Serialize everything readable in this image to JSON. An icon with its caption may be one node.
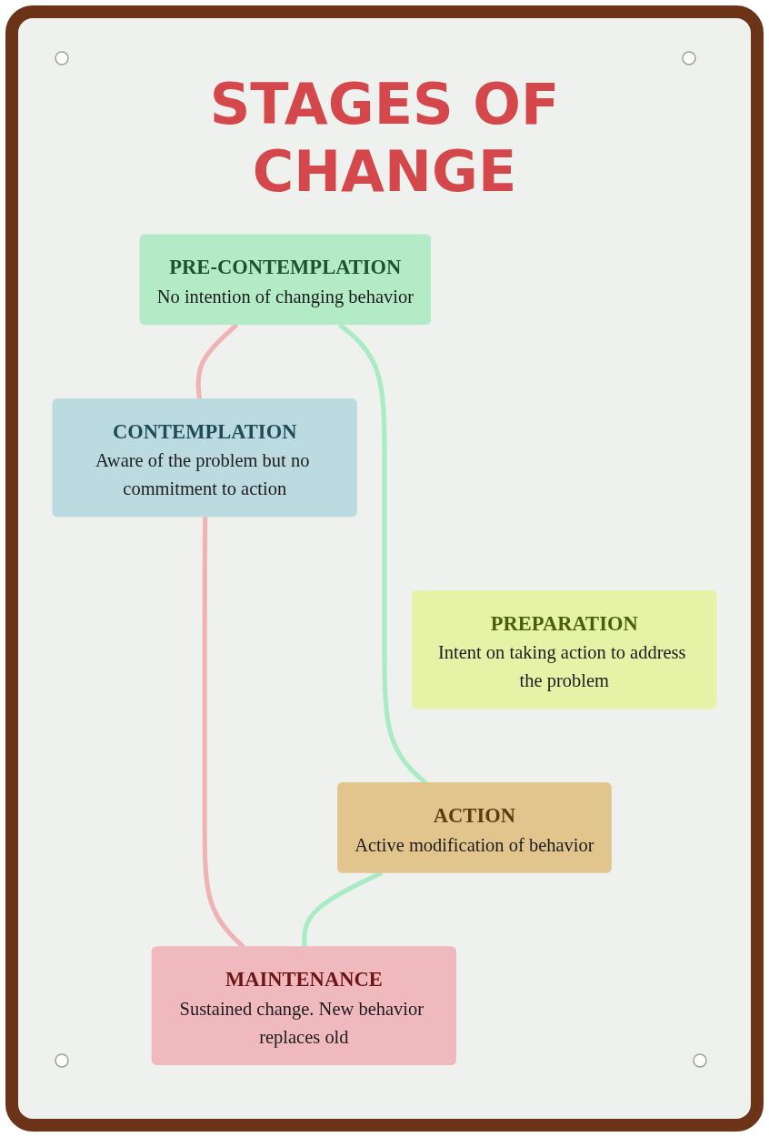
{
  "diagram": {
    "title": "STAGES OF CHANGE",
    "nodes": [
      {
        "text": [
          "PRE-CONTEMPLATION",
          "No intention of changing behavior"
        ]
      },
      {
        "text": [
          "CONTEMPLATION",
          "Aware of the problem but no commitment to action"
        ]
      },
      {
        "text": [
          "PREPARATION",
          "Intent on taking action to address the problem"
        ]
      },
      {
        "text": [
          "ACTION",
          "Active modification of behavior"
        ]
      },
      {
        "text": [
          "MAINTENANCE",
          "Sustained change. New behavior replaces old"
        ]
      }
    ],
    "edges": [
      {
        "from": 0,
        "to": 1,
        "arrow": "none",
        "color": "#f0b3b3"
      },
      {
        "from": 1,
        "to": 4,
        "arrow": "none",
        "color": "#f0b3b3"
      },
      {
        "from": 0,
        "to": 3,
        "arrow": "none",
        "color": "#a9ecc3"
      },
      {
        "from": 3,
        "to": 4,
        "arrow": "none",
        "color": "#a9ecc3"
      }
    ]
  }
}
